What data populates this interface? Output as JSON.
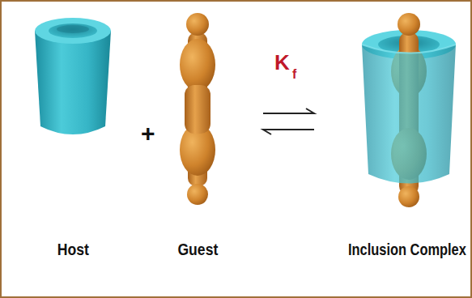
{
  "diagram": {
    "labels": [
      "Host",
      "+",
      "Guest",
      "K",
      "f",
      "Inclusion Complex"
    ]
  }
}
